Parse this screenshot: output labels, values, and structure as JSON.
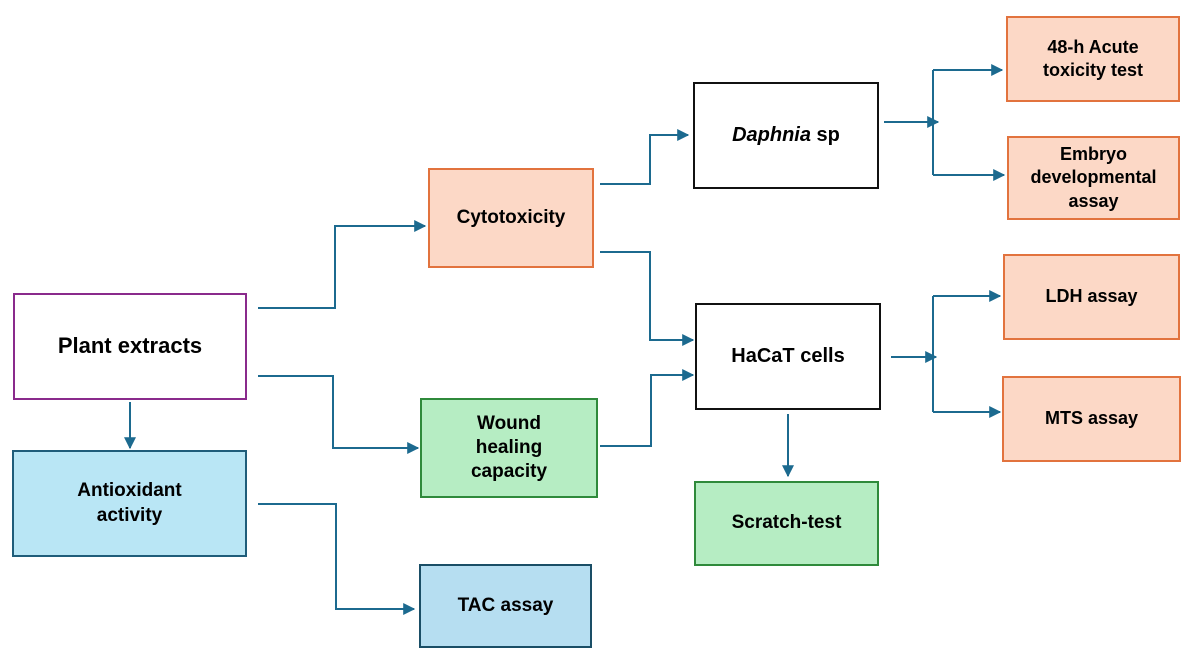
{
  "nodes": {
    "plant_extracts": "Plant extracts",
    "antioxidant_activity": [
      "Antioxidant",
      "activity"
    ],
    "cytotoxicity": "Cytotoxicity",
    "wound_healing": [
      "Wound",
      "healing",
      "capacity"
    ],
    "tac_assay": "TAC assay",
    "daphnia": {
      "genus": "Daphnia",
      "suffix": " sp"
    },
    "hacat_cells": "HaCaT cells",
    "scratch_test": "Scratch-test",
    "acute_toxicity": [
      "48-h Acute",
      "toxicity test"
    ],
    "embryo_assay": [
      "Embryo",
      "developmental",
      "assay"
    ],
    "ldh_assay": "LDH assay",
    "mts_assay": "MTS assay"
  },
  "colors": {
    "connector": "#1c6a8f",
    "plant_border": "#8a2a8c",
    "orange_fill": "#fcd8c6",
    "orange_border": "#e2733e",
    "green_fill": "#b6edc3",
    "green_border": "#2f8a3b",
    "blue_fill": "#b9e6f5",
    "blue_border": "#1f5d7a"
  }
}
